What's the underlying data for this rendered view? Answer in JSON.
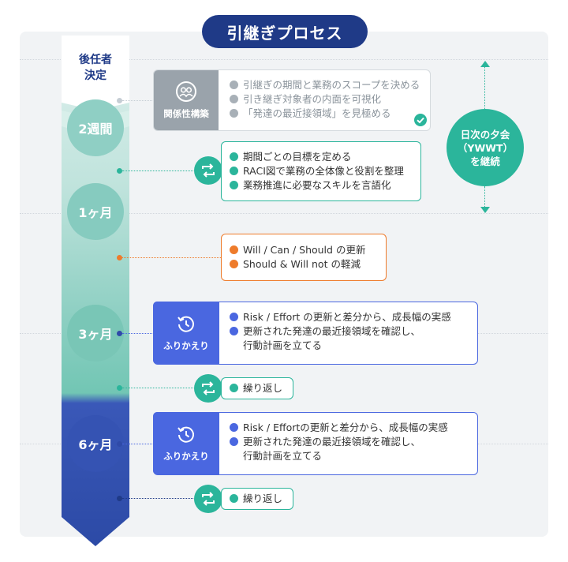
{
  "title": "引継ぎプロセス",
  "milestones": {
    "start": [
      "後任者",
      "決定"
    ],
    "m1": "2週間",
    "m2": "1ヶ月",
    "m3": "3ヶ月",
    "m4": "6ヶ月"
  },
  "relationship_box": {
    "badge": "関係性構築",
    "items": [
      "引継ぎの期間と業務のスコープを決める",
      "引き継ぎ対象者の内面を可視化",
      "「発達の最近接領域」を見極める"
    ]
  },
  "cycle_box1": {
    "items": [
      "期間ごとの目標を定める",
      "RACI図で業務の全体像と役割を整理",
      "業務推進に必要なスキルを言語化"
    ]
  },
  "orange_box": {
    "items": [
      "Will / Can / Should の更新",
      "Should & Will not の軽減"
    ]
  },
  "review_box1": {
    "badge": "ふりかえり",
    "items": [
      "Risk / Effort の更新と差分から、成長幅の実感",
      "更新された発達の最近接領域を確認し、",
      "行動計画を立てる"
    ]
  },
  "repeat1": "繰り返し",
  "review_box2": {
    "badge": "ふりかえり",
    "items": [
      "Risk / Effortの更新と差分から、成長幅の実感",
      "更新された発達の最近接領域を確認し、",
      "行動計画を立てる"
    ]
  },
  "repeat2": "繰り返し",
  "daily": {
    "lines": [
      "日次の夕会",
      "（YWWT）",
      "を継続"
    ]
  },
  "colors": {
    "navy": "#1f3a87",
    "teal": "#2bb59b",
    "orange": "#ee7b2b",
    "blue": "#4a67e0",
    "gray": "#9aa3ab"
  }
}
